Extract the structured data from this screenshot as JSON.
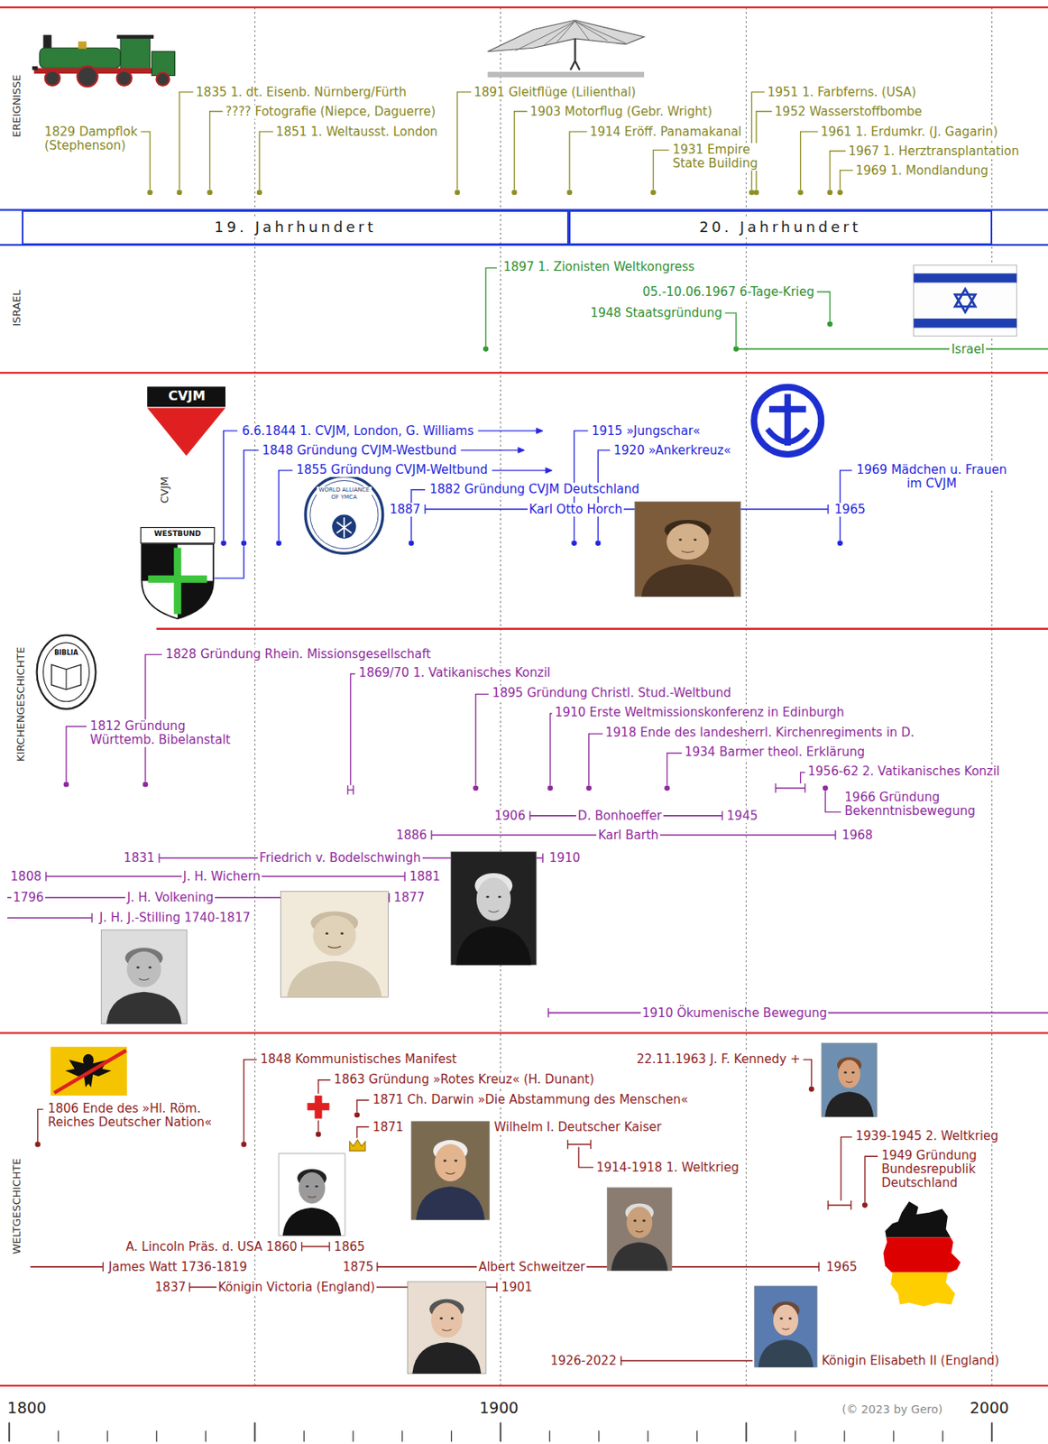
{
  "diagram": {
    "nodes": [
      {
        "text": [
          "19. Jahrhundert"
        ]
      },
      {
        "text": [
          "20. Jahrhundert"
        ]
      }
    ],
    "labels": [
      "EREIGNISSE",
      "1829 Dampflok (Stephenson)",
      "1835 1. dt. Eisenb. Nürnberg/Fürth",
      "???? Fotografie (Niepce, Daguerre)",
      "1851 1. Weltausst. London",
      "1891 Gleitflüge (Lilienthal)",
      "1903 Motorflug (Gebr. Wright)",
      "1914 Eröff. Panamakanal",
      "1931 Empire State Building",
      "1951 1. Farbferns. (USA)",
      "1952 Wasserstoffbombe",
      "1961 1. Erdumkr. (J. Gagarin)",
      "1967 1. Herztransplantation",
      "1969 1. Mondlandung",
      "ISRAEL",
      "1897 1. Zionisten Weltkongress",
      "05.-10.06.1967 6-Tage-Krieg",
      "1948 Staatsgründung",
      "Israel",
      "CVJM",
      "CVJM",
      "WESTBUND",
      "6.6.1844 1. CVJM, London, G. Williams",
      "1848 Gründung CVJM-Westbund",
      "1855 Gründung CVJM-Weltbund",
      "WORLD ALLIANCE OF YMCA",
      "1882 Gründung CVJM Deutschland",
      "1887",
      "Karl Otto Horch",
      "1965",
      "1915 »Jungschar«",
      "1920 »Ankerkreuz«",
      "1969 Mädchen u. Frauen im CVJM",
      "KIRCHENGESCHICHTE",
      "BIBLIA",
      "1828 Gründung Rhein. Missionsgesellschaft",
      "1812 Gründung Württemb. Bibelanstalt",
      "1869/70 1. Vatikanisches Konzil",
      "1895 Gründung Christl. Stud.-Weltbund",
      "1910 Erste Weltmissionskonferenz in Edinburgh",
      "1918 Ende des landesherrl. Kirchenregiments in D.",
      "1934 Barmer theol. Erklärung",
      "1956-62 2. Vatikanisches Konzil",
      "1966 Gründung Bekenntnisbewegung",
      "1906",
      "D. Bonhoeffer",
      "1945",
      "1886",
      "Karl Barth",
      "1968",
      "1831",
      "Friedrich v. Bodelschwingh",
      "1910",
      "1808",
      "J. H. Wichern",
      "1881",
      "1796",
      "J. H. Volkening",
      "1877",
      "J. H. J.-Stilling 1740-1817",
      "1910 Ökumenische Bewegung",
      "WELTGESCHICHTE",
      "1806 Ende des »Hl. Röm. Reiches Deutscher Nation«",
      "1848 Kommunistisches Manifest",
      "1863 Gründung »Rotes Kreuz« (H. Dunant)",
      "1871 Ch. Darwin »Die Abstammung des Menschen«",
      "1871",
      "Wilhelm I. Deutscher Kaiser",
      "22.11.1963 J. F. Kennedy +",
      "1914-1918 1. Weltkrieg",
      "1939-1945 2. Weltkrieg",
      "1949 Gründung Bundesrepublik Deutschland",
      "A. Lincoln Präs. d. USA 1860",
      "1865",
      "James Watt 1736-1819",
      "1875",
      "Albert Schweitzer",
      "1965",
      "1837",
      "Königin Victoria (England)",
      "1901",
      "1926-2022",
      "Königin Elisabeth II (England)",
      "1800",
      "1900",
      "(© 2023 by Gero)",
      "2000"
    ]
  }
}
